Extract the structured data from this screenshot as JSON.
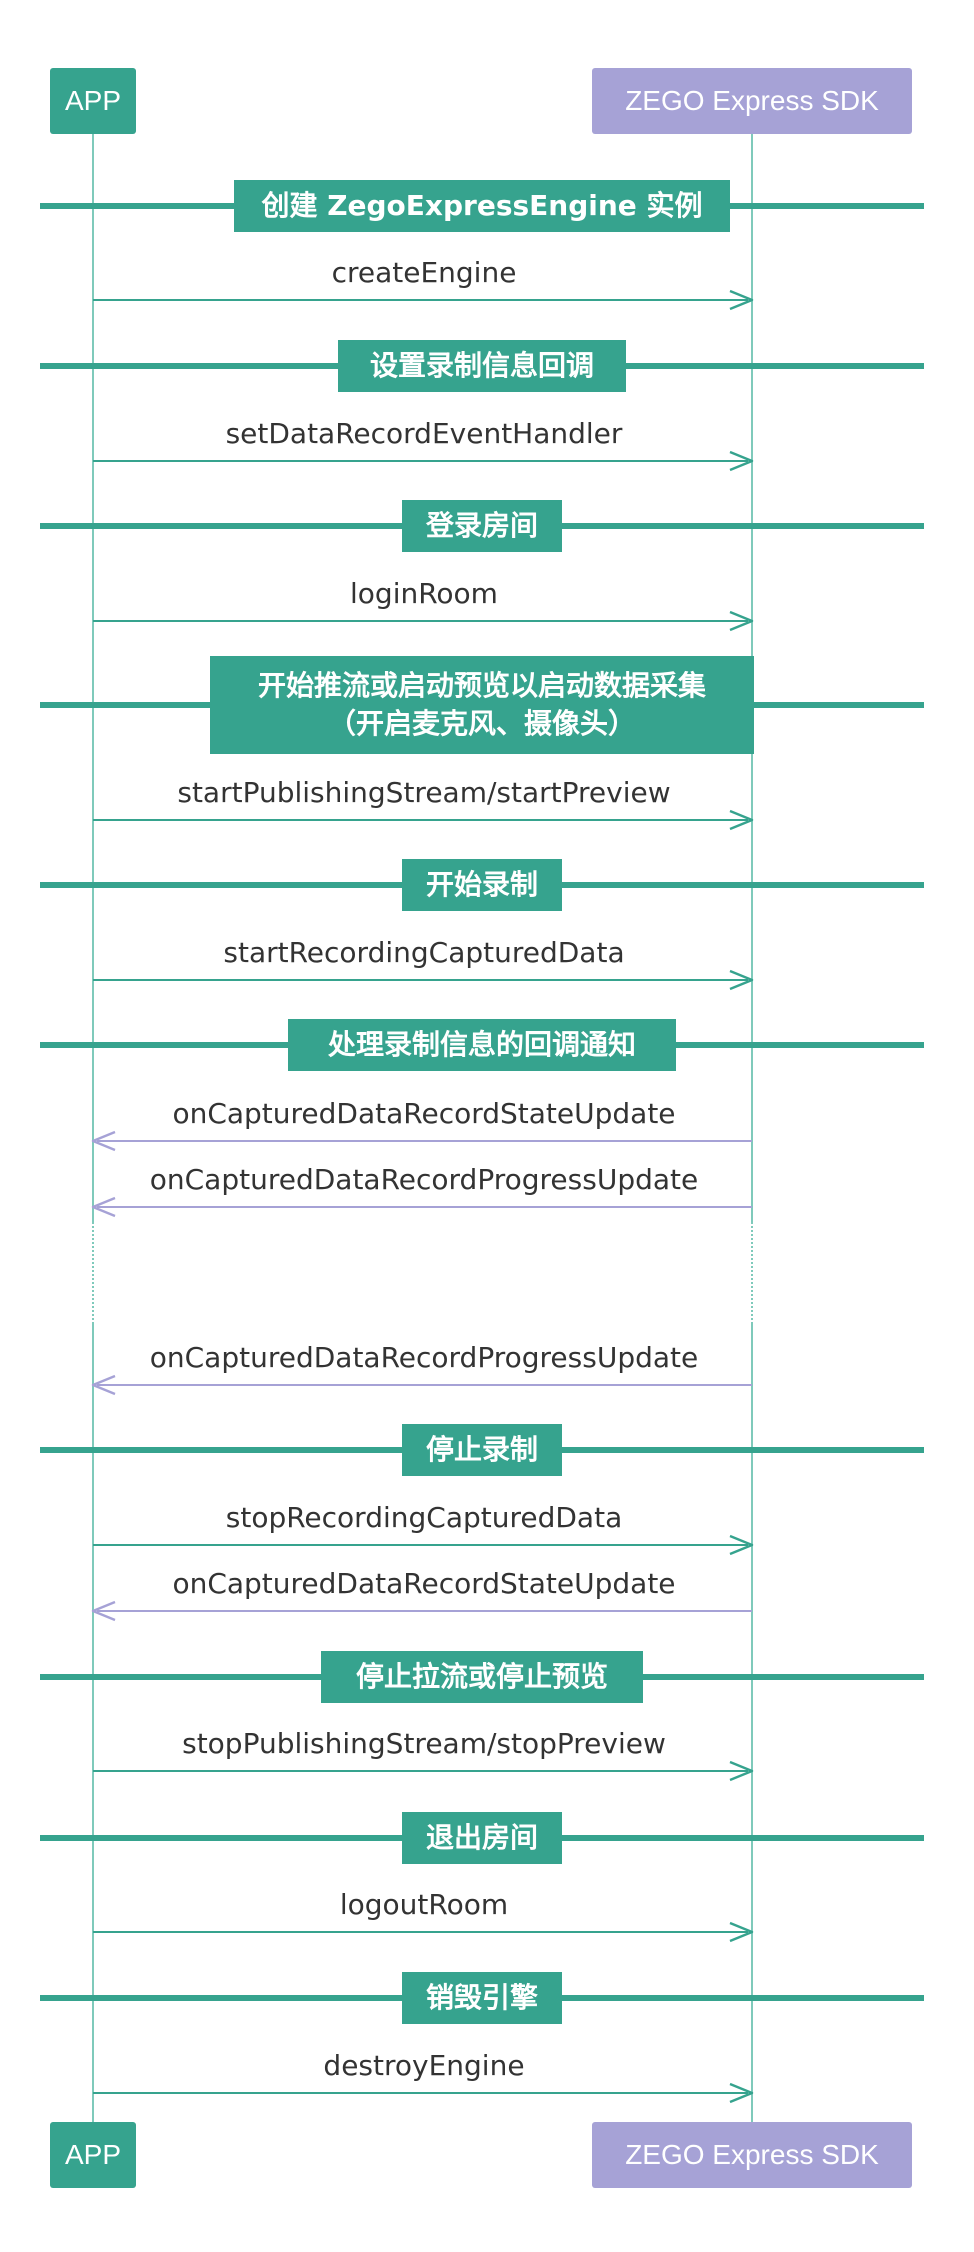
{
  "actors": {
    "app": {
      "label": "APP"
    },
    "sdk": {
      "label": "ZEGO Express SDK"
    }
  },
  "colors": {
    "teal": "#36a38e",
    "lavender": "#a6a2d6",
    "lifeline": "#7fcabb",
    "text": "#333333"
  },
  "steps": [
    {
      "type": "section",
      "label": "创建 ZegoExpressEngine 实例"
    },
    {
      "type": "message",
      "label": "createEngine",
      "direction": "app-to-sdk"
    },
    {
      "type": "section",
      "label": "设置录制信息回调"
    },
    {
      "type": "message",
      "label": "setDataRecordEventHandler",
      "direction": "app-to-sdk"
    },
    {
      "type": "section",
      "label": "登录房间"
    },
    {
      "type": "message",
      "label": "loginRoom",
      "direction": "app-to-sdk"
    },
    {
      "type": "section",
      "label": "开始推流或启动预览以启动数据采集\n（开启麦克风、摄像头）"
    },
    {
      "type": "message",
      "label": "startPublishingStream/startPreview",
      "direction": "app-to-sdk"
    },
    {
      "type": "section",
      "label": "开始录制"
    },
    {
      "type": "message",
      "label": "startRecordingCapturedData",
      "direction": "app-to-sdk"
    },
    {
      "type": "section",
      "label": "处理录制信息的回调通知"
    },
    {
      "type": "message",
      "label": "onCapturedDataRecordStateUpdate",
      "direction": "sdk-to-app"
    },
    {
      "type": "message",
      "label": "onCapturedDataRecordProgressUpdate",
      "direction": "sdk-to-app"
    },
    {
      "type": "gap"
    },
    {
      "type": "message",
      "label": "onCapturedDataRecordProgressUpdate",
      "direction": "sdk-to-app"
    },
    {
      "type": "section",
      "label": "停止录制"
    },
    {
      "type": "message",
      "label": "stopRecordingCapturedData",
      "direction": "app-to-sdk"
    },
    {
      "type": "message",
      "label": "onCapturedDataRecordStateUpdate",
      "direction": "sdk-to-app"
    },
    {
      "type": "section",
      "label": "停止拉流或停止预览"
    },
    {
      "type": "message",
      "label": "stopPublishingStream/stopPreview",
      "direction": "app-to-sdk"
    },
    {
      "type": "section",
      "label": "退出房间"
    },
    {
      "type": "message",
      "label": "logoutRoom",
      "direction": "app-to-sdk"
    },
    {
      "type": "section",
      "label": "销毁引擎"
    },
    {
      "type": "message",
      "label": "destroyEngine",
      "direction": "app-to-sdk"
    }
  ]
}
